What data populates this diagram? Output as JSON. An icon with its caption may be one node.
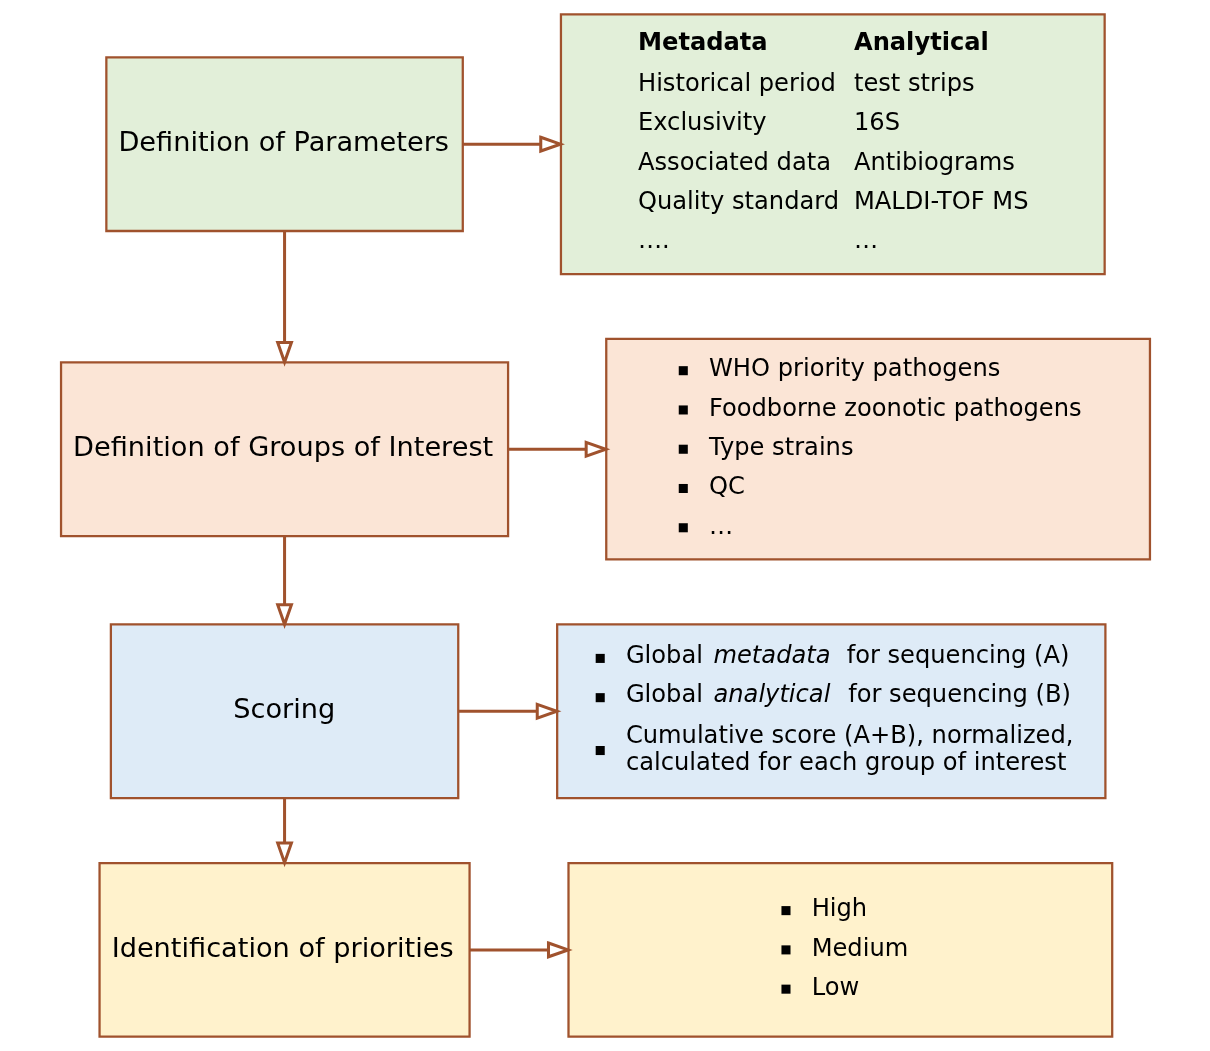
{
  "diagram": {
    "nodes": [
      {
        "text": [
          "Definition of Parameters"
        ]
      },
      {
        "text": [
          "Metadata",
          "Historical period",
          "Exclusivity",
          "Associated data",
          "Quality standard",
          "….",
          "Analytical",
          "test strips",
          "16S",
          "Antibiograms",
          "MALDI-TOF MS",
          "…"
        ]
      },
      {
        "text": [
          "Definition of Groups of Interest"
        ]
      },
      {
        "text": [
          "WHO priority pathogens",
          "Foodborne zoonotic pathogens",
          "Type strains",
          "QC",
          "…"
        ]
      },
      {
        "text": [
          "Scoring"
        ]
      },
      {
        "text": [
          "Global *metadata* for sequencing (A)",
          "Global *analytical* for sequencing (B)",
          "Cumulative score (A+B), normalized, calculated for each group of interest"
        ]
      },
      {
        "text": [
          "Identification of priorities"
        ]
      },
      {
        "text": [
          "High",
          "Medium",
          "Low"
        ]
      }
    ],
    "edges": [
      {
        "from": 0,
        "to": 1,
        "arrow": "to"
      },
      {
        "from": 0,
        "to": 2,
        "arrow": "to"
      },
      {
        "from": 2,
        "to": 3,
        "arrow": "to"
      },
      {
        "from": 2,
        "to": 4,
        "arrow": "to"
      },
      {
        "from": 4,
        "to": 5,
        "arrow": "to"
      },
      {
        "from": 4,
        "to": 6,
        "arrow": "to"
      },
      {
        "from": 6,
        "to": 7,
        "arrow": "to"
      }
    ]
  }
}
